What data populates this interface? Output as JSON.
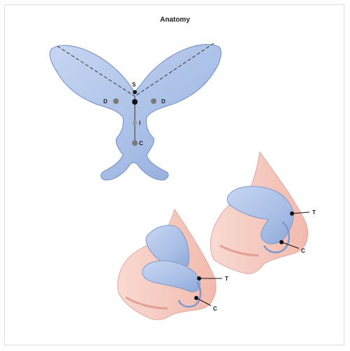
{
  "title": "Anatomy",
  "top_view": {
    "labels": {
      "s": "S",
      "d_left": "D",
      "d_right": "D",
      "i": "I",
      "c": "C"
    }
  },
  "lateral_upper": {
    "labels": {
      "t": "T",
      "c": "C"
    }
  },
  "lateral_lower": {
    "labels": {
      "t": "T",
      "c": "C"
    }
  },
  "colors": {
    "cartilage": "#a9bfe6",
    "cartilage_stroke": "#7f98cc",
    "skin": "#f2b7a8",
    "skin_stroke": "#d98b80"
  }
}
